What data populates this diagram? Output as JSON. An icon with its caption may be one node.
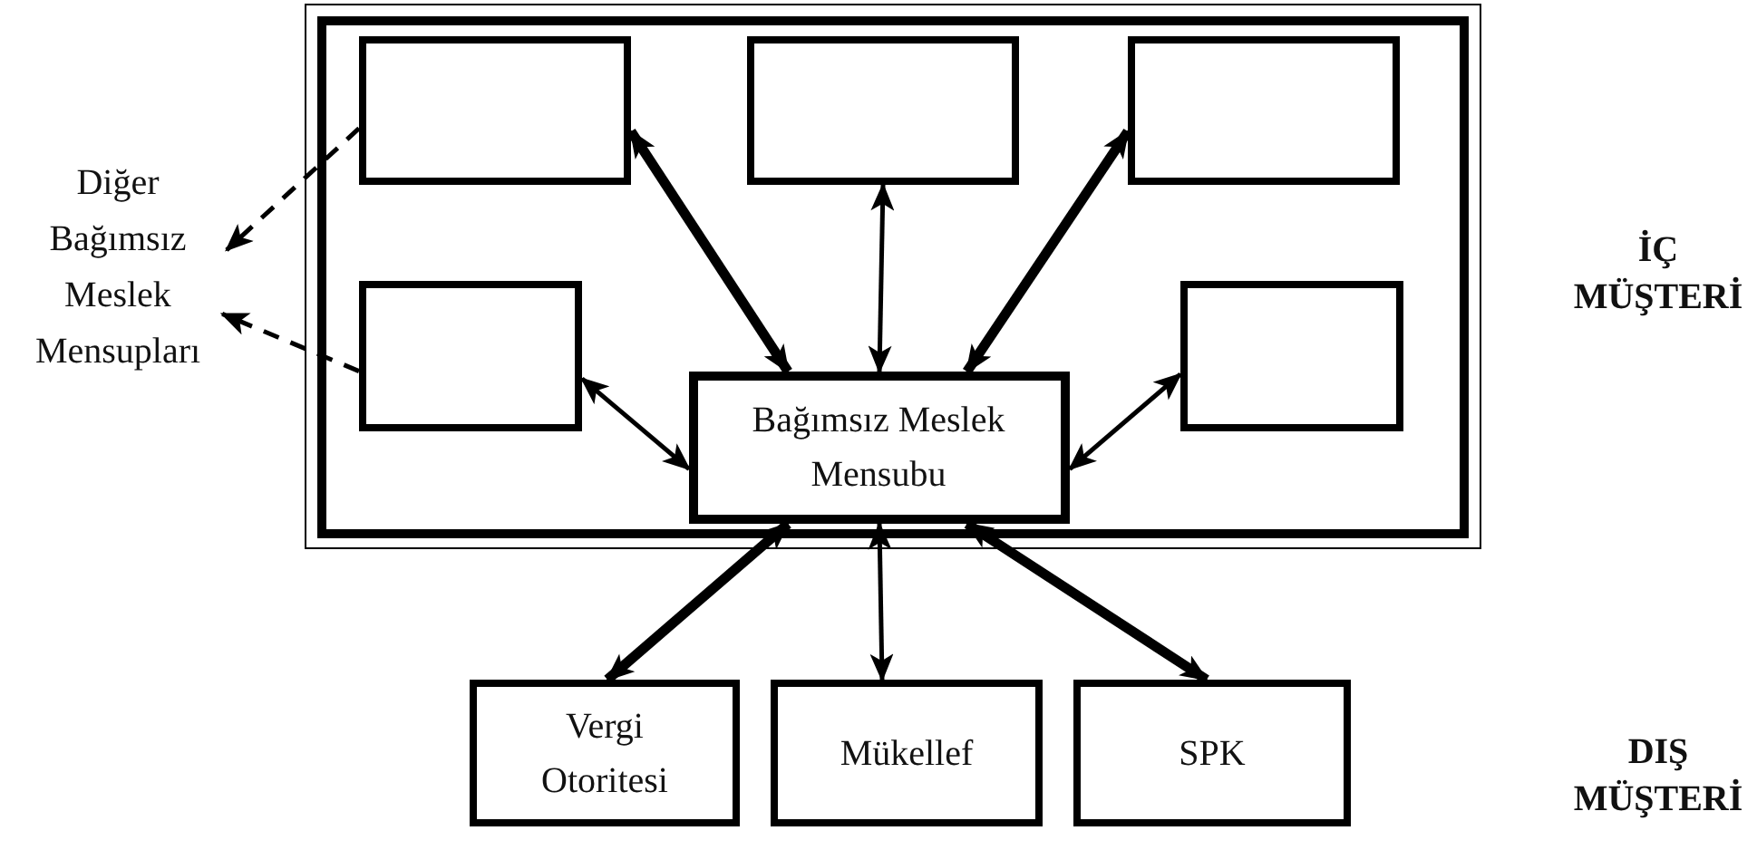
{
  "diagram": {
    "nodes": [
      {
        "text": [],
        "shape": "box"
      },
      {
        "text": [],
        "shape": "box",
        "in": 0
      },
      {
        "text": [],
        "shape": "box",
        "in": 0
      },
      {
        "text": [],
        "shape": "box",
        "in": 0
      },
      {
        "text": [],
        "shape": "box",
        "in": 0
      },
      {
        "text": [],
        "shape": "box",
        "in": 0
      },
      {
        "text": [
          "Bağımsız Meslek Mensubu"
        ],
        "in": 0
      },
      {
        "text": [
          "Diğer Bağımsız Meslek Mensupları"
        ]
      },
      {
        "text": [
          "Vergi Otoritesi"
        ]
      },
      {
        "text": [
          "Mükellef"
        ]
      },
      {
        "text": [
          "SPK"
        ]
      }
    ],
    "edges": [
      {
        "from": 6,
        "to": 1,
        "arrow": "both",
        "style": "thick"
      },
      {
        "from": 6,
        "to": 2,
        "arrow": "both"
      },
      {
        "from": 6,
        "to": 3,
        "arrow": "both",
        "style": "thick"
      },
      {
        "from": 6,
        "to": 4,
        "arrow": "both"
      },
      {
        "from": 6,
        "to": 5,
        "arrow": "both"
      },
      {
        "from": 1,
        "to": 7,
        "arrow": "to",
        "style": "dashed"
      },
      {
        "from": 4,
        "to": 7,
        "arrow": "to",
        "style": "dashed"
      },
      {
        "from": 6,
        "to": 8,
        "arrow": "both",
        "style": "thick"
      },
      {
        "from": 6,
        "to": 9,
        "arrow": "both"
      },
      {
        "from": 6,
        "to": 10,
        "arrow": "both",
        "style": "thick"
      }
    ],
    "labels": [
      "İÇ MÜŞTERİ",
      "DIŞ MÜŞTERİ"
    ]
  }
}
